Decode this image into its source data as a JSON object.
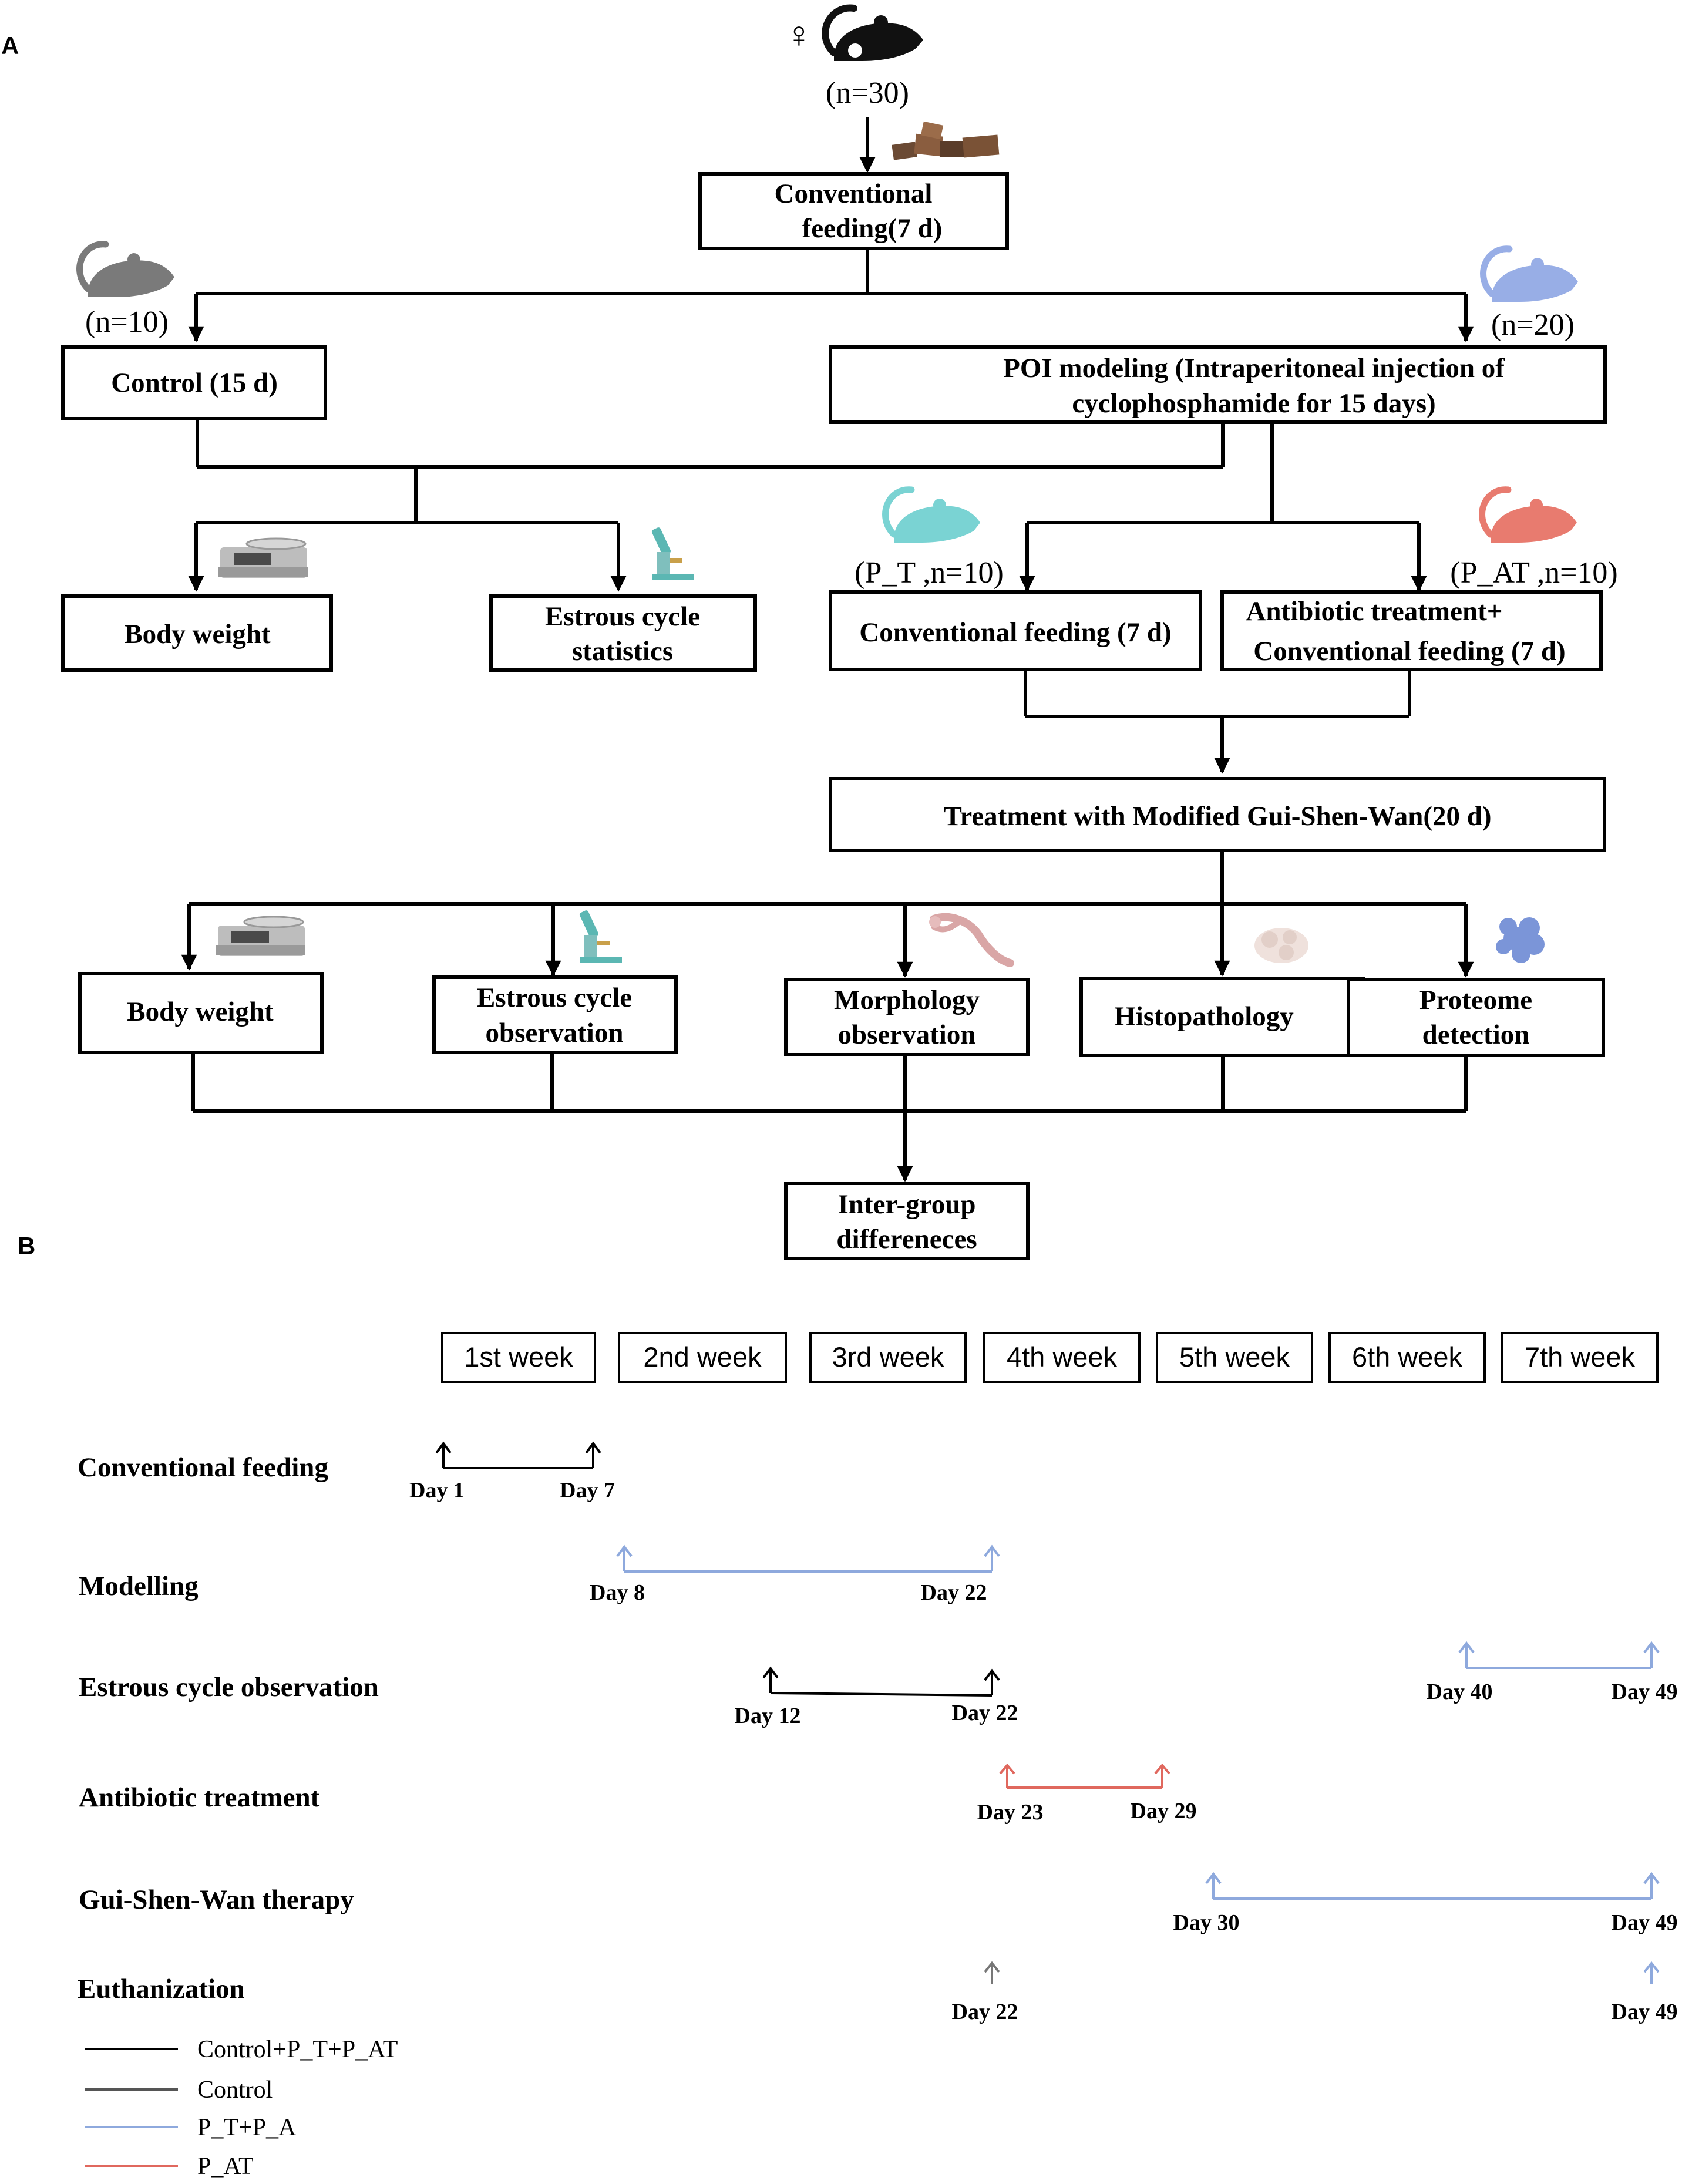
{
  "panel_a": {
    "label": "A",
    "start": {
      "sex_symbol": "♀",
      "count": "(n=30)",
      "icon": "mouse-icon"
    },
    "step1": {
      "lines": [
        "Conventional",
        "feeding(7 d)"
      ]
    },
    "control_group": {
      "count": "(n=10)",
      "label": "Control (15 d)",
      "icon_color": "#7a7a7a"
    },
    "poi_group": {
      "count": "(n=20)",
      "lines": [
        "POI modeling (Intraperitoneal injection of",
        "cyclophosphamide for 15 days)"
      ],
      "icon_color": "#98aee6"
    },
    "body_weight_1": "Body weight",
    "estrous_stats": [
      "Estrous cycle",
      "statistics"
    ],
    "p_t": {
      "count": "(P_T ,n=10)",
      "label": "Conventional feeding (7 d)",
      "icon_color": "#7ad3d3"
    },
    "p_at": {
      "count": "(P_AT ,n=10)",
      "lines": [
        "Antibiotic treatment+",
        "Conventional feeding (7 d)"
      ],
      "icon_color": "#e87b6f"
    },
    "treatment": "Treatment with Modified Gui-Shen-Wan(20 d)",
    "outcomes": {
      "body_weight": "Body weight",
      "estrous": [
        "Estrous cycle",
        "observation"
      ],
      "morphology": [
        "Morphology",
        "observation"
      ],
      "histopathology": "Histopathology",
      "proteome": [
        "Proteome",
        "detection"
      ]
    },
    "final": [
      "Inter-group",
      "differeneces"
    ]
  },
  "panel_b": {
    "label": "B",
    "weeks": [
      "1st week",
      "2nd week",
      "3rd week",
      "4th week",
      "5th week",
      "6th week",
      "7th week"
    ],
    "rows": {
      "conventional_feeding": {
        "label": "Conventional feeding",
        "spans": [
          {
            "from": "Day 1",
            "to": "Day 7",
            "color": "#000000"
          }
        ]
      },
      "modelling": {
        "label": "Modelling",
        "spans": [
          {
            "from": "Day 8",
            "to": "Day 22",
            "color": "#8ea9dd"
          }
        ]
      },
      "estrous_observation": {
        "label": "Estrous cycle observation",
        "spans": [
          {
            "from": "Day 12",
            "to": "Day 22",
            "color": "#000000"
          },
          {
            "from": "Day 40",
            "to": "Day 49",
            "color": "#8ea9dd"
          }
        ]
      },
      "antibiotic": {
        "label": "Antibiotic treatment",
        "spans": [
          {
            "from": "Day 23",
            "to": "Day 29",
            "color": "#e0685e"
          }
        ]
      },
      "gui_shen_wan": {
        "label": "Gui-Shen-Wan therapy",
        "spans": [
          {
            "from": "Day 30",
            "to": "Day 49",
            "color": "#8ea9dd"
          }
        ]
      },
      "euthanization": {
        "label": "Euthanization",
        "points": [
          {
            "day": "Day 22",
            "color": "#777777"
          },
          {
            "day": "Day 49",
            "color": "#8ea9dd"
          }
        ]
      }
    },
    "legend": [
      {
        "label": "Control+P_T+P_AT",
        "color": "#000000"
      },
      {
        "label": "Control",
        "color": "#555555"
      },
      {
        "label": "P_T+P_A",
        "color": "#8ea9dd"
      },
      {
        "label": "P_AT",
        "color": "#e0685e"
      }
    ]
  }
}
